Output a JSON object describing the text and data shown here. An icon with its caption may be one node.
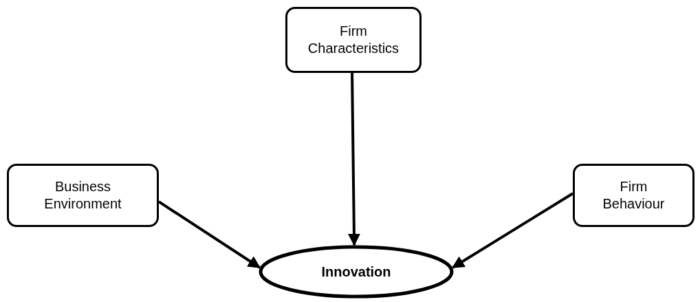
{
  "diagram": {
    "nodes": [
      {
        "text": [
          "Firm Characteristics"
        ]
      },
      {
        "text": [
          "Business Environment"
        ]
      },
      {
        "text": [
          "Firm Behaviour"
        ]
      },
      {
        "text": [
          "Innovation"
        ]
      }
    ],
    "edges": [
      {
        "from": 0,
        "to": 3,
        "arrow": "to"
      },
      {
        "from": 1,
        "to": 3,
        "arrow": "to"
      },
      {
        "from": 2,
        "to": 3,
        "arrow": "to"
      }
    ]
  }
}
